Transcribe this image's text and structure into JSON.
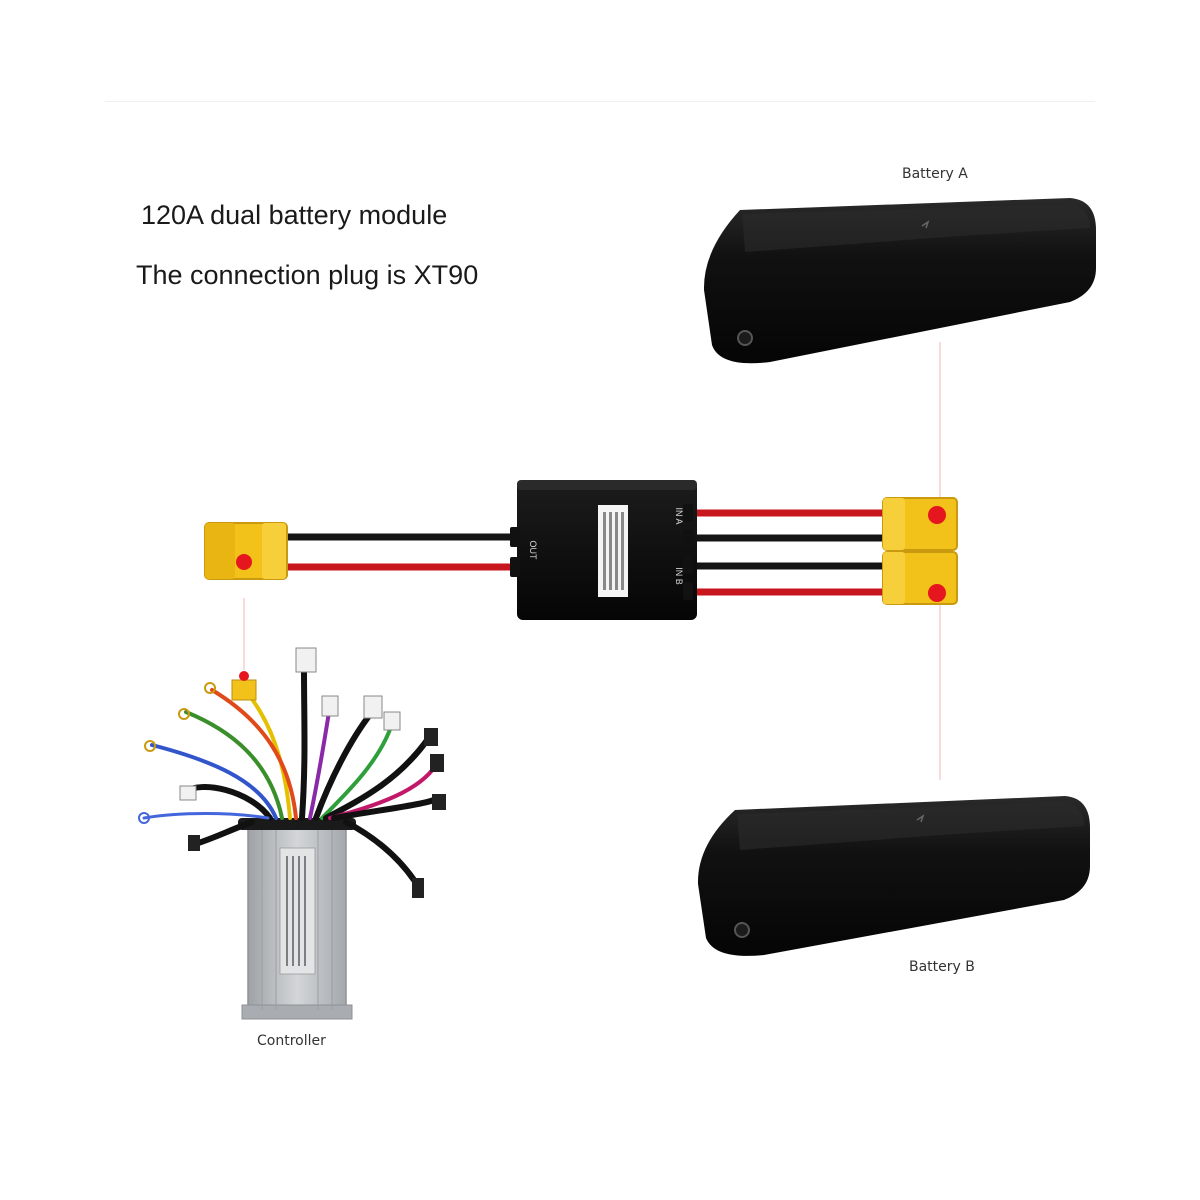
{
  "title": "120A dual battery module",
  "subtitle": "The connection plug is XT90",
  "labels": {
    "battery_a": "Battery A",
    "battery_b": "Battery B",
    "controller": "Controller"
  },
  "module": {
    "port_out": "OUT",
    "port_in_a": "IN A",
    "port_in_b": "IN B"
  },
  "colors": {
    "connector_yellow": "#f2c21b",
    "marker_red": "#e5161e",
    "wire_red": "#c8161e",
    "wire_black": "#151515",
    "body_black": "#0d0d0d",
    "controller_silver": "#b7babd"
  }
}
